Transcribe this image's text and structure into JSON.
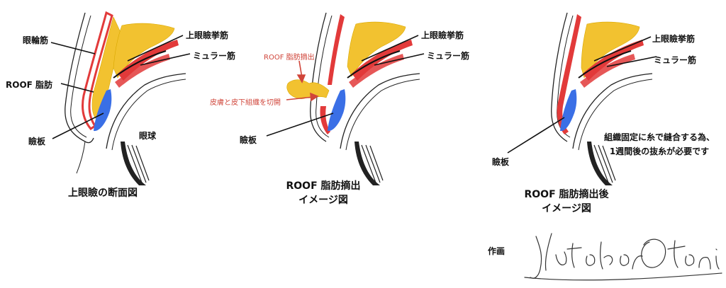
{
  "colors": {
    "fat": "#f2c230",
    "tarsus": "#3a6fe6",
    "muscle_red": "#e23a3a",
    "annotation_red": "#d0453a",
    "outline": "#222222"
  },
  "panel1": {
    "labels": {
      "orbicularis": "眼輪筋",
      "roof": "ROOF 脂肪",
      "tarsus": "瞼板",
      "levator": "上眼瞼挙筋",
      "muller": "ミュラー筋",
      "eyeball": "眼球"
    },
    "caption": "上眼瞼の断面図"
  },
  "panel2": {
    "labels": {
      "roof_removal": "ROOF 脂肪摘出",
      "incision": "皮膚と皮下組織を切開",
      "tarsus": "瞼板",
      "levator": "上眼瞼挙筋",
      "muller": "ミュラー筋"
    },
    "caption_line1": "ROOF 脂肪摘出",
    "caption_line2": "イメージ図"
  },
  "panel3": {
    "labels": {
      "tarsus": "瞼板",
      "levator": "上眼瞼挙筋",
      "muller": "ミュラー筋"
    },
    "note_line1": "組織固定に糸で縫合する為、",
    "note_line2": "1週間後の抜糸が必要です",
    "caption_line1": "ROOF 脂肪摘出後",
    "caption_line2": "イメージ図"
  },
  "credit": {
    "label": "作画",
    "signature": "Yutaka Otani"
  }
}
